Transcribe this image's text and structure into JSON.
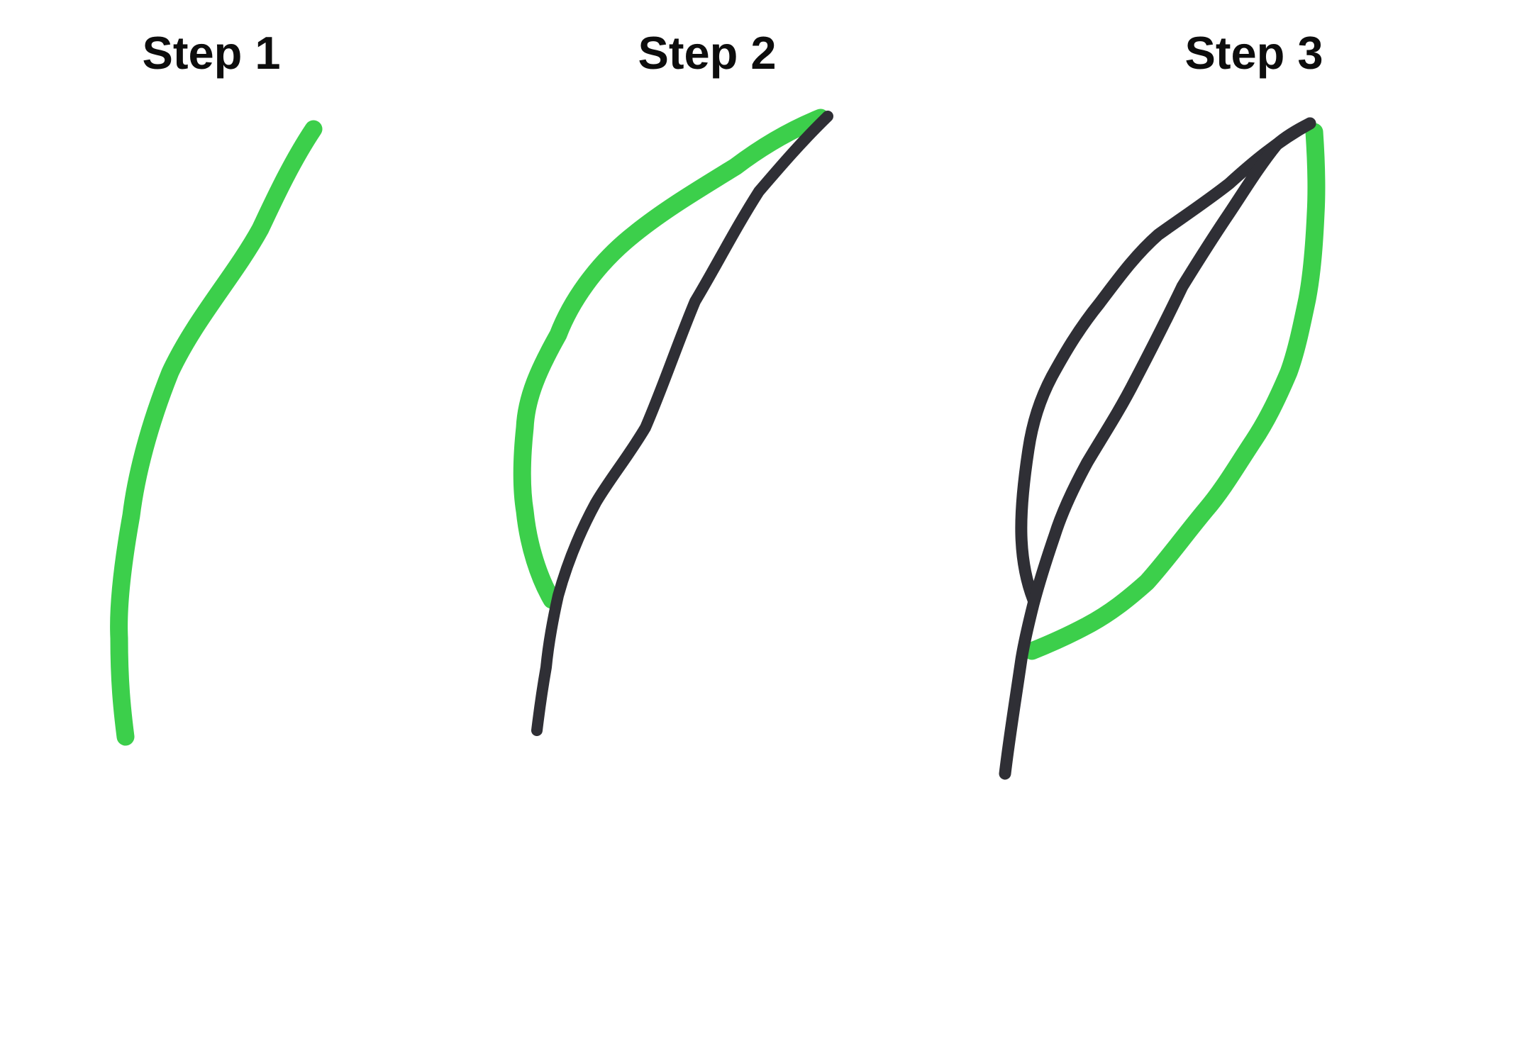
{
  "steps": [
    {
      "title": "Step 1",
      "description": "Single green curved stroke (leaf outline, left side)"
    },
    {
      "title": "Step 2",
      "description": "Black curved stem/midrib added; green stroke forms upper edge of leaf"
    },
    {
      "title": "Step 3",
      "description": "Black leaf outline and midrib with stem; green stroke forms lower-right edge of leaf"
    }
  ],
  "colors": {
    "background": "#ffffff",
    "title_text": "#0d0d0d",
    "marker_green": "#3ccf4b",
    "marker_dark": "#2f2f35"
  },
  "stroke_widths": {
    "green": 25,
    "dark": 16
  }
}
